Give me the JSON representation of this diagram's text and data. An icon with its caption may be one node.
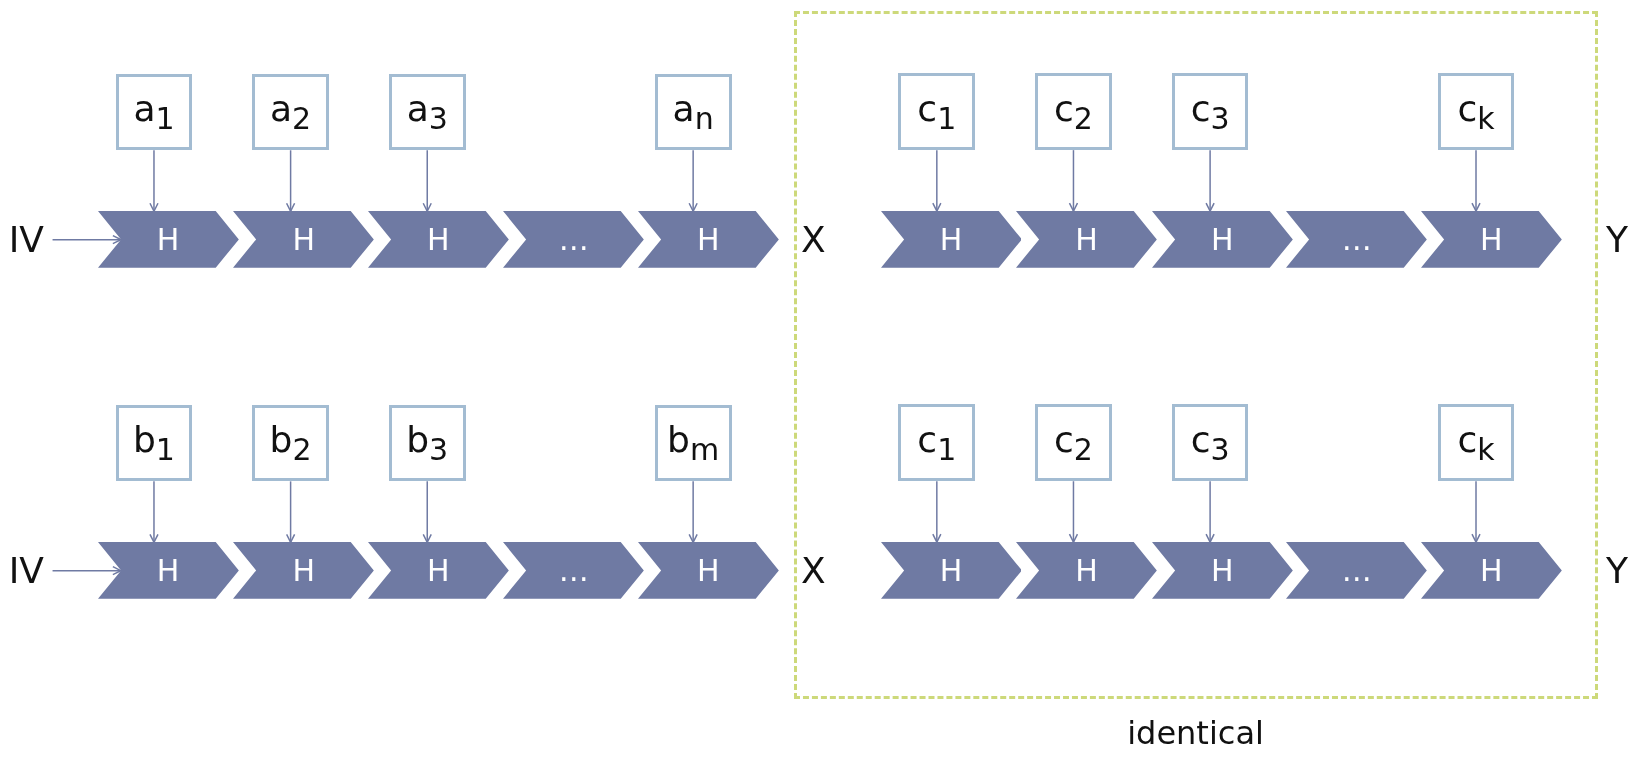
{
  "diagram": {
    "nodes": [
      {
        "text": [
          "identical"
        ]
      },
      {
        "text": [
          "IV"
        ]
      },
      {
        "text": [
          "a$_{1}$"
        ]
      },
      {
        "text": [
          "a$_{2}$"
        ]
      },
      {
        "text": [
          "a$_{3}$"
        ]
      },
      {
        "text": [
          "a$_{n}$"
        ]
      },
      {
        "text": [
          "H"
        ]
      },
      {
        "text": [
          "H"
        ]
      },
      {
        "text": [
          "H"
        ]
      },
      {
        "text": [
          "…"
        ]
      },
      {
        "text": [
          "H"
        ]
      },
      {
        "text": [
          "c$_{1}$"
        ],
        "in": 0
      },
      {
        "text": [
          "c$_{2}$"
        ],
        "in": 0
      },
      {
        "text": [
          "c$_{3}$"
        ],
        "in": 0
      },
      {
        "text": [
          "c$_{k}$"
        ],
        "in": 0
      },
      {
        "text": [
          "H"
        ],
        "in": 0
      },
      {
        "text": [
          "H"
        ],
        "in": 0
      },
      {
        "text": [
          "H"
        ],
        "in": 0
      },
      {
        "text": [
          "…"
        ],
        "in": 0
      },
      {
        "text": [
          "H"
        ],
        "in": 0
      },
      {
        "text": [
          "IV"
        ]
      },
      {
        "text": [
          "b$_{1}$"
        ]
      },
      {
        "text": [
          "b$_{2}$"
        ]
      },
      {
        "text": [
          "b$_{3}$"
        ]
      },
      {
        "text": [
          "b$_{m}$"
        ]
      },
      {
        "text": [
          "H"
        ]
      },
      {
        "text": [
          "H"
        ]
      },
      {
        "text": [
          "H"
        ]
      },
      {
        "text": [
          "…"
        ]
      },
      {
        "text": [
          "H"
        ]
      },
      {
        "text": [
          "c$_{1}$"
        ],
        "in": 0
      },
      {
        "text": [
          "c$_{2}$"
        ],
        "in": 0
      },
      {
        "text": [
          "c$_{3}$"
        ],
        "in": 0
      },
      {
        "text": [
          "c$_{k}$"
        ],
        "in": 0
      },
      {
        "text": [
          "H"
        ],
        "in": 0
      },
      {
        "text": [
          "H"
        ],
        "in": 0
      },
      {
        "text": [
          "H"
        ],
        "in": 0
      },
      {
        "text": [
          "…"
        ],
        "in": 0
      },
      {
        "text": [
          "H"
        ],
        "in": 0
      }
    ],
    "edges": [
      {
        "from": 1,
        "to": 6,
        "arrow": "to"
      },
      {
        "from": 2,
        "to": 6,
        "arrow": "to"
      },
      {
        "from": 3,
        "to": 7,
        "arrow": "to"
      },
      {
        "from": 4,
        "to": 8,
        "arrow": "to"
      },
      {
        "from": 5,
        "to": 10,
        "arrow": "to"
      },
      {
        "from": 11,
        "to": 15,
        "arrow": "to"
      },
      {
        "from": 12,
        "to": 16,
        "arrow": "to"
      },
      {
        "from": 13,
        "to": 17,
        "arrow": "to"
      },
      {
        "from": 14,
        "to": 19,
        "arrow": "to"
      },
      {
        "from": 20,
        "to": 25,
        "arrow": "to"
      },
      {
        "from": 21,
        "to": 25,
        "arrow": "to"
      },
      {
        "from": 22,
        "to": 26,
        "arrow": "to"
      },
      {
        "from": 23,
        "to": 27,
        "arrow": "to"
      },
      {
        "from": 24,
        "to": 29,
        "arrow": "to"
      },
      {
        "from": 30,
        "to": 34,
        "arrow": "to"
      },
      {
        "from": 31,
        "to": 35,
        "arrow": "to"
      },
      {
        "from": 32,
        "to": 36,
        "arrow": "to"
      },
      {
        "from": 33,
        "to": 38,
        "arrow": "to"
      }
    ],
    "labels": [
      "X",
      "Y",
      "X",
      "Y"
    ]
  }
}
